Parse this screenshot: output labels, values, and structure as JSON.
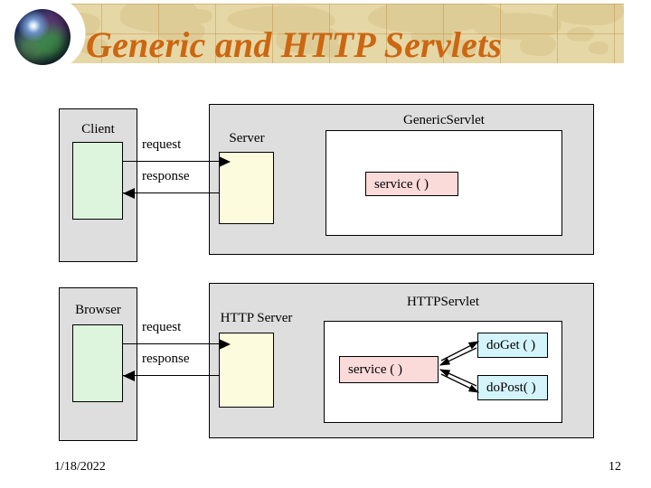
{
  "slide": {
    "title": "Generic and HTTP Servlets",
    "globe_icon": "globe-icon"
  },
  "footer": {
    "date": "1/18/2022",
    "page_number": "12"
  },
  "colors": {
    "title": "#cc6611",
    "banner": "#e6d7a6",
    "panel": "#dedede",
    "client_box": "#ddf5dd",
    "server_box": "#fdfbdd",
    "servlet_box": "#ffffff",
    "service_box": "#fbdada",
    "handler_box": "#d4f4fb"
  },
  "diagrams": [
    {
      "id": "generic-servlet",
      "client": {
        "label": "Client"
      },
      "server": {
        "label": "Server"
      },
      "servlet": {
        "label": "GenericServlet"
      },
      "service": {
        "label": "service ( )"
      },
      "arrows": [
        {
          "label": "request",
          "direction": "client-to-server"
        },
        {
          "label": "response",
          "direction": "server-to-client"
        }
      ],
      "handlers": []
    },
    {
      "id": "http-servlet",
      "client": {
        "label": "Browser"
      },
      "server": {
        "label": "HTTP Server"
      },
      "servlet": {
        "label": "HTTPServlet"
      },
      "service": {
        "label": "service ( )"
      },
      "arrows": [
        {
          "label": "request",
          "direction": "client-to-server"
        },
        {
          "label": "response",
          "direction": "server-to-client"
        }
      ],
      "handlers": [
        {
          "label": "doGet ( )"
        },
        {
          "label": "doPost( )"
        }
      ]
    }
  ]
}
